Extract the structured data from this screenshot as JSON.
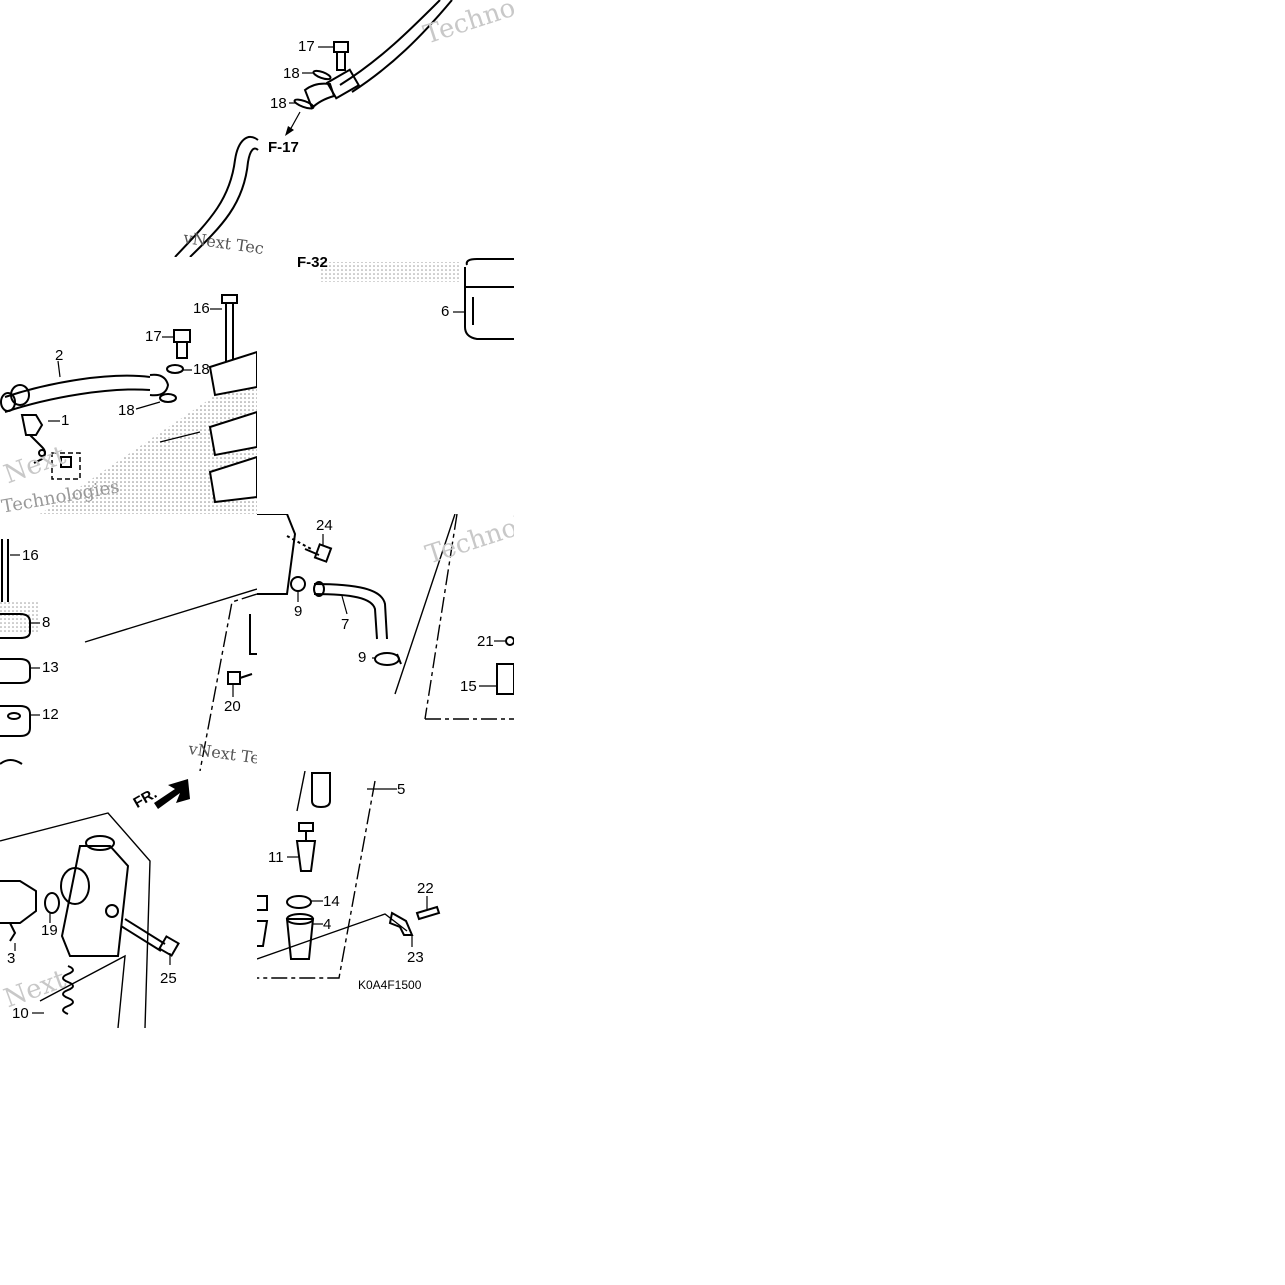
{
  "diagram": {
    "code": "K0A4F1500",
    "front_marker": "FR.",
    "references": {
      "f17": "F-17",
      "f32": "F-32"
    },
    "watermark": [
      "vNext Technologies",
      "Technologies",
      "Next",
      "vNext Tec"
    ],
    "callouts": {
      "t0": [
        "17",
        "18",
        "18"
      ],
      "t1": [
        "16",
        "17",
        "2",
        "18",
        "18",
        "1",
        "6"
      ],
      "t2": [
        "16",
        "8",
        "13",
        "12",
        "20",
        "24",
        "9",
        "7",
        "9",
        "21",
        "15"
      ],
      "t3": [
        "19",
        "3",
        "25",
        "10",
        "5",
        "11",
        "14",
        "4",
        "22",
        "23"
      ]
    }
  }
}
